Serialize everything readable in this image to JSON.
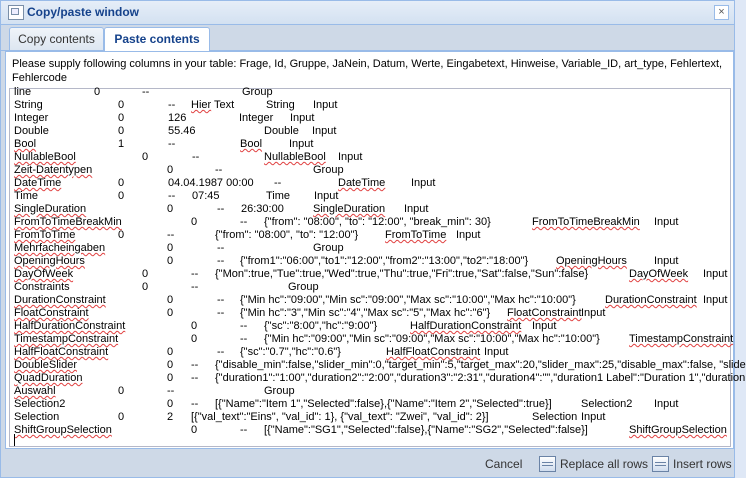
{
  "window": {
    "title": "Copy/paste window",
    "close_glyph": "×"
  },
  "tabs": [
    {
      "label": "Copy contents"
    },
    {
      "label": "Paste contents"
    }
  ],
  "instructions": "Please supply following columns in your table: Frage, Id, Gruppe, JaNein, Datum, Werte, Eingabetext, Hinweise, Variable_ID, art_type, Fehlertext, Fehlercode",
  "rows": [
    [
      [
        "line",
        0
      ],
      [
        "0",
        80
      ],
      [
        "--",
        128
      ],
      [
        "Group",
        228
      ]
    ],
    [
      [
        "String",
        0
      ],
      [
        "0",
        104
      ],
      [
        "--",
        154
      ],
      [
        "Hier",
        177,
        1
      ],
      [
        "Text",
        200
      ],
      [
        "String",
        252
      ],
      [
        "Input",
        299
      ]
    ],
    [
      [
        "Integer",
        0
      ],
      [
        "0",
        104
      ],
      [
        "126",
        154
      ],
      [
        "Integer",
        225
      ],
      [
        "Input",
        276
      ]
    ],
    [
      [
        "Double",
        0
      ],
      [
        "0",
        104
      ],
      [
        "55.46",
        154
      ],
      [
        "Double",
        250
      ],
      [
        "Input",
        298
      ]
    ],
    [
      [
        "Bool",
        0,
        1
      ],
      [
        "1",
        104
      ],
      [
        "--",
        154
      ],
      [
        "Bool",
        226,
        1
      ],
      [
        "Input",
        275
      ]
    ],
    [
      [
        "NullableBool",
        0,
        1
      ],
      [
        "0",
        128
      ],
      [
        "--",
        178
      ],
      [
        "NullableBool",
        250,
        1
      ],
      [
        "Input",
        324
      ]
    ],
    [
      [
        "Zeit-Datentypen",
        0,
        1
      ],
      [
        "0",
        153
      ],
      [
        "--",
        201
      ],
      [
        "Group",
        299
      ]
    ],
    [
      [
        "DateTime",
        0,
        1
      ],
      [
        "0",
        104
      ],
      [
        "04.04.1987 00:00",
        154
      ],
      [
        "--",
        260
      ],
      [
        "DateTime",
        324,
        1
      ],
      [
        "Input",
        397
      ]
    ],
    [
      [
        "Time",
        0
      ],
      [
        "0",
        104
      ],
      [
        "--",
        154
      ],
      [
        "07:45",
        178
      ],
      [
        "Time",
        252
      ],
      [
        "Input",
        300
      ]
    ],
    [
      [
        "SingleDuration",
        0,
        1
      ],
      [
        "0",
        153
      ],
      [
        "--",
        203
      ],
      [
        "26:30:00",
        227
      ],
      [
        "SingleDuration",
        299,
        1
      ],
      [
        "Input",
        390
      ]
    ],
    [
      [
        "FromToTimeBreakMin",
        0,
        1
      ],
      [
        "0",
        177
      ],
      [
        "--",
        226
      ],
      [
        "{\"from\": \"08:00\", \"to\": \"12:00\", \"break_min\": 30}",
        250
      ],
      [
        "FromToTimeBreakMin",
        518,
        1
      ],
      [
        "Input",
        640
      ]
    ],
    [
      [
        "FromToTime",
        0,
        1
      ],
      [
        "0",
        104
      ],
      [
        "--",
        153
      ],
      [
        "{\"from\": \"08:00\", \"to\": \"12:00\"}",
        201
      ],
      [
        "FromToTime",
        371,
        1
      ],
      [
        "Input",
        442
      ]
    ],
    [
      [
        "Mehrfacheingaben",
        0,
        1
      ],
      [
        "0",
        153
      ],
      [
        "--",
        203
      ],
      [
        "Group",
        299
      ]
    ],
    [
      [
        "OpeningHours",
        0,
        1
      ],
      [
        "0",
        153
      ],
      [
        "--",
        203
      ],
      [
        "{\"from1\":\"06:00\",\"to1\":\"12:00\",\"from2\":\"13:00\",\"to2\":\"18:00\"}",
        226
      ],
      [
        "OpeningHours",
        542,
        1
      ],
      [
        "Input",
        640
      ]
    ],
    [
      [
        "DayOfWeek",
        0,
        1
      ],
      [
        "0",
        128
      ],
      [
        "--",
        177
      ],
      [
        "{\"Mon\":true,\"Tue\":true,\"Wed\":true,\"Thu\":true,\"Fri\":true,\"Sat\":false,\"Sun\":false}",
        201
      ],
      [
        "DayOfWeek",
        615,
        1
      ],
      [
        "Input",
        689
      ]
    ],
    [
      [
        "Constraints",
        0
      ],
      [
        "0",
        128
      ],
      [
        "--",
        177
      ],
      [
        "Group",
        274
      ]
    ],
    [
      [
        "DurationConstraint",
        0,
        1
      ],
      [
        "0",
        153
      ],
      [
        "--",
        203
      ],
      [
        "{\"Min hc\":\"09:00\",\"Min sc\":\"09:00\",\"Max sc\":\"10:00\",\"Max hc\":\"10:00\"}",
        226
      ],
      [
        "DurationConstraint",
        591,
        1
      ],
      [
        "Input",
        689
      ]
    ],
    [
      [
        "FloatConstraint",
        0,
        1
      ],
      [
        "0",
        153
      ],
      [
        "--",
        203
      ],
      [
        "{\"Min hc\":\"3\",\"Min sc\":\"4\",\"Max sc\":\"5\",\"Max hc\":\"6\"}",
        226
      ],
      [
        "FloatConstraint",
        493,
        1
      ],
      [
        "Input",
        567
      ]
    ],
    [
      [
        "HalfDurationConstraint",
        0,
        1
      ],
      [
        "0",
        177
      ],
      [
        "--",
        226
      ],
      [
        "{\"sc\":\"8:00\",\"hc\":\"9:00\"}",
        250
      ],
      [
        "HalfDurationConstraint",
        396,
        1
      ],
      [
        "Input",
        518
      ]
    ],
    [
      [
        "TimestampConstraint",
        0,
        1
      ],
      [
        "0",
        177
      ],
      [
        "--",
        226
      ],
      [
        "{\"Min hc\":\"09:00\",\"Min sc\":\"09:00\",\"Max sc\":\"10:00\",\"Max hc\":\"10:00\"}",
        250
      ],
      [
        "TimestampConstraint",
        615,
        1
      ]
    ],
    [
      [
        "HalfFloatConstraint",
        0,
        1
      ],
      [
        "0",
        153
      ],
      [
        "--",
        203
      ],
      [
        "{\"sc\":\"0.7\",\"hc\":\"0.6\"}",
        226
      ],
      [
        "HalfFloatConstraint",
        372,
        1
      ],
      [
        "Input",
        470
      ]
    ],
    [
      [
        "DoubleSlider",
        0,
        1
      ],
      [
        "0",
        153
      ],
      [
        "--",
        177
      ],
      [
        "{\"disable_min\":false,\"slider_min\":0,\"target_min\":5,\"target_max\":20,\"slider_max\":25,\"disable_max\":false, \"slide",
        201
      ]
    ],
    [
      [
        "QuadDuration",
        0,
        1
      ],
      [
        "0",
        153
      ],
      [
        "--",
        177
      ],
      [
        "{\"duration1\":\"1:00\",\"duration2\":\"2:00\",\"duration3\":\"2:31\",\"duration4\":\"\",\"duration1 Label\":\"Duration 1\",\"duration",
        201
      ]
    ],
    [
      [
        "Auswahl",
        0,
        1
      ],
      [
        "0",
        104
      ],
      [
        "--",
        153
      ],
      [
        "Group",
        250
      ]
    ],
    [
      [
        "Selection2",
        0
      ],
      [
        "0",
        153
      ],
      [
        "--",
        177
      ],
      [
        "[{\"Name\":\"Item 1\",\"Selected\":false},{\"Name\":\"Item 2\",\"Selected\":true}]",
        201
      ],
      [
        "Selection2",
        567
      ],
      [
        "Input",
        640
      ]
    ],
    [
      [
        "Selection",
        0
      ],
      [
        "0",
        104
      ],
      [
        "2",
        153
      ],
      [
        "[{\"val_text\":\"Eins\", \"val_id\": 1}, {\"val_text\": \"Zwei\", \"val_id\": 2}]",
        177
      ],
      [
        "Selection",
        518
      ],
      [
        "Input",
        567
      ]
    ],
    [
      [
        "ShiftGroupSelection",
        0,
        1
      ],
      [
        "0",
        177
      ],
      [
        "--",
        226
      ],
      [
        "[{\"Name\":\"SG1\",\"Selected\":false},{\"Name\":\"SG2\",\"Selected\":false}]",
        250
      ],
      [
        "ShiftGroupSelection",
        615,
        1
      ]
    ]
  ],
  "buttons": {
    "cancel": "Cancel",
    "replace": "Replace all rows",
    "insert": "Insert rows"
  },
  "colors": {
    "frame": "#99bbe8",
    "title_text": "#15428b",
    "squiggle": "#e04040"
  }
}
